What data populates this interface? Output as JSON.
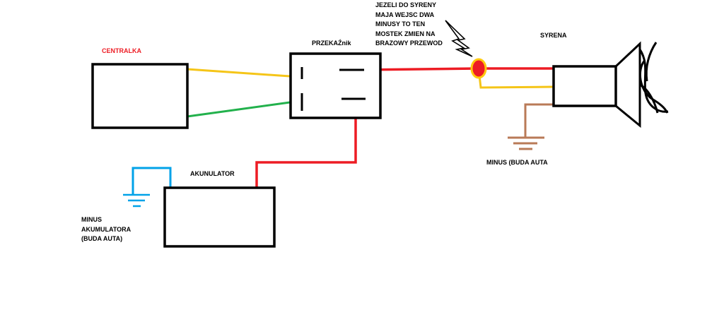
{
  "labels": {
    "centralka": "CENTRALKA",
    "przekaznik": "PRZEKAŹnik",
    "syrena": "SYRENA",
    "akumulator": "AKUNULATOR",
    "minus_buda": "MINUS (BUDA AUTA",
    "minus_akumulatora": [
      "MINUS",
      "AKUMULATORA",
      "(BUDA AUTA)"
    ],
    "note": [
      "JEZELI DO SYRENY",
      "MAJA WEJSC DWA",
      "MINUSY TO TEN",
      "MOSTEK ZMIEN NA",
      "BRAZOWY PRZEWOD"
    ]
  },
  "colors": {
    "outline": "#000000",
    "centralka_label": "#ed1c24",
    "wire_yellow": "#f5c518",
    "wire_green": "#22b14c",
    "wire_red": "#ed1c24",
    "wire_blue": "#00a2e8",
    "wire_brown": "#b97a57",
    "junction_fill": "#ed1c24",
    "junction_ring": "#ffc90e"
  },
  "icons": [
    "ground-symbol",
    "lightning-bolt",
    "speaker-horn"
  ]
}
